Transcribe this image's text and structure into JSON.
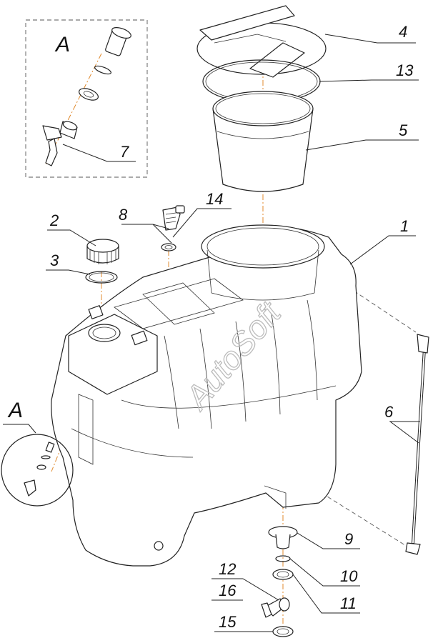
{
  "diagram": {
    "view_label": "A",
    "callouts": [
      "1",
      "2",
      "3",
      "4",
      "5",
      "6",
      "7",
      "8",
      "9",
      "10",
      "11",
      "12",
      "13",
      "14",
      "15",
      "16"
    ],
    "watermark": "AutoSoft"
  }
}
